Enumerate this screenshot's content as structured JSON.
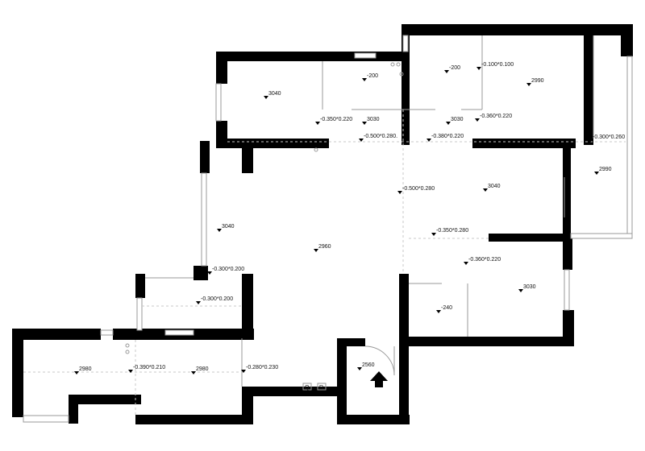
{
  "ceiling_heights": [
    "3040",
    "-200",
    "-200",
    "2990",
    "3030",
    "3030",
    "3040",
    "2990",
    "3040",
    "2960",
    "3030",
    "-240",
    "2980",
    "2980",
    "2560"
  ],
  "beam_labels": [
    "-0.100*0.100",
    "-0.350*0.220",
    "-0.360*0.220",
    "-0.500*0.280.",
    "-0.380*0.220",
    "-0.300*0.260",
    "-0.500*0.280",
    "-0.350*0.280",
    "-0.360*0.220",
    "-0.300*0.200",
    "-0.300*0.200",
    "-0.390*0.210",
    "-0.280*0.230"
  ],
  "fixtures": {
    "switch_a": "Q",
    "switch_b": "R"
  }
}
